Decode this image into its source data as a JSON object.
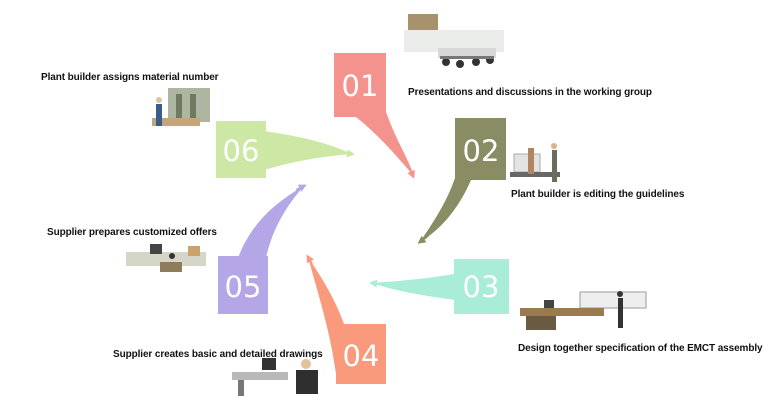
{
  "steps": [
    {
      "number": "01",
      "caption": "Presentations and discussions in the working group",
      "color": "#f4928d"
    },
    {
      "number": "02",
      "caption": "Plant builder is editing the guidelines",
      "color": "#8a8c63"
    },
    {
      "number": "03",
      "caption": "Design together specification of the EMCT assembly",
      "color": "#a9ecd7"
    },
    {
      "number": "04",
      "caption": "Supplier creates basic and detailed drawings",
      "color": "#f99a7c"
    },
    {
      "number": "05",
      "caption": "Supplier prepares customized offers",
      "color": "#b5a6e8"
    },
    {
      "number": "06",
      "caption": "Plant builder assigns material number",
      "color": "#cde8a5"
    }
  ]
}
